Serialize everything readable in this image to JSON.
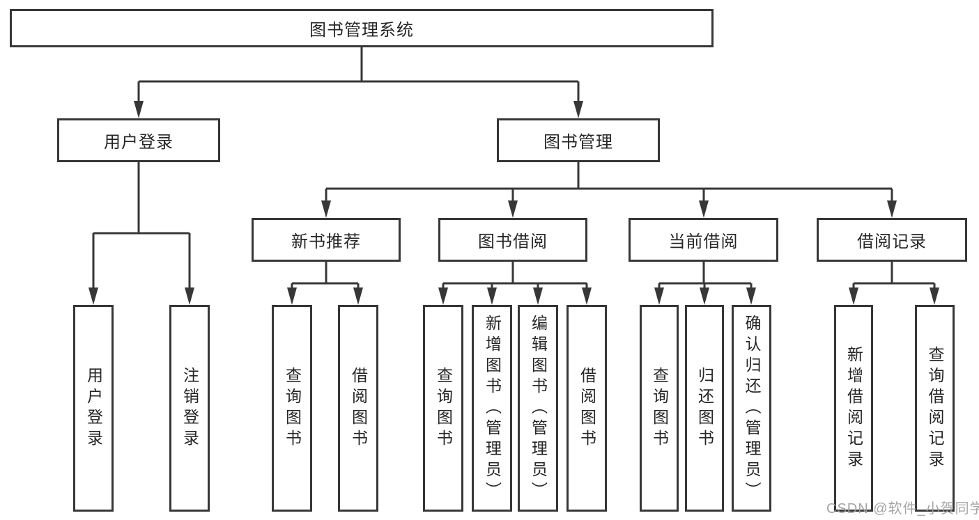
{
  "tree": {
    "root": {
      "label": "图书管理系统",
      "children": [
        {
          "label": "用户登录",
          "children": [
            {
              "label": "用户登录"
            },
            {
              "label": "注销登录"
            }
          ]
        },
        {
          "label": "图书管理",
          "children": [
            {
              "label": "新书推荐",
              "children": [
                {
                  "label": "查询图书"
                },
                {
                  "label": "借阅图书"
                }
              ]
            },
            {
              "label": "图书借阅",
              "children": [
                {
                  "label": "查询图书"
                },
                {
                  "label": "新增图书（管理员）"
                },
                {
                  "label": "编辑图书（管理员）"
                },
                {
                  "label": "借阅图书"
                }
              ]
            },
            {
              "label": "当前借阅",
              "children": [
                {
                  "label": "查询图书"
                },
                {
                  "label": "归还图书"
                },
                {
                  "label": "确认归还（管理员）"
                }
              ]
            },
            {
              "label": "借阅记录",
              "children": [
                {
                  "label": "新增借阅记录"
                },
                {
                  "label": "查询借阅记录"
                }
              ]
            }
          ]
        }
      ]
    }
  },
  "watermark": {
    "text": "CSDN @软件_小贺同学"
  },
  "colors": {
    "line": "#373737",
    "box_border": "#373737",
    "box_fill": "#ffffff",
    "text": "#262626",
    "watermark": "#9e9e9e",
    "background": "#ffffff"
  }
}
